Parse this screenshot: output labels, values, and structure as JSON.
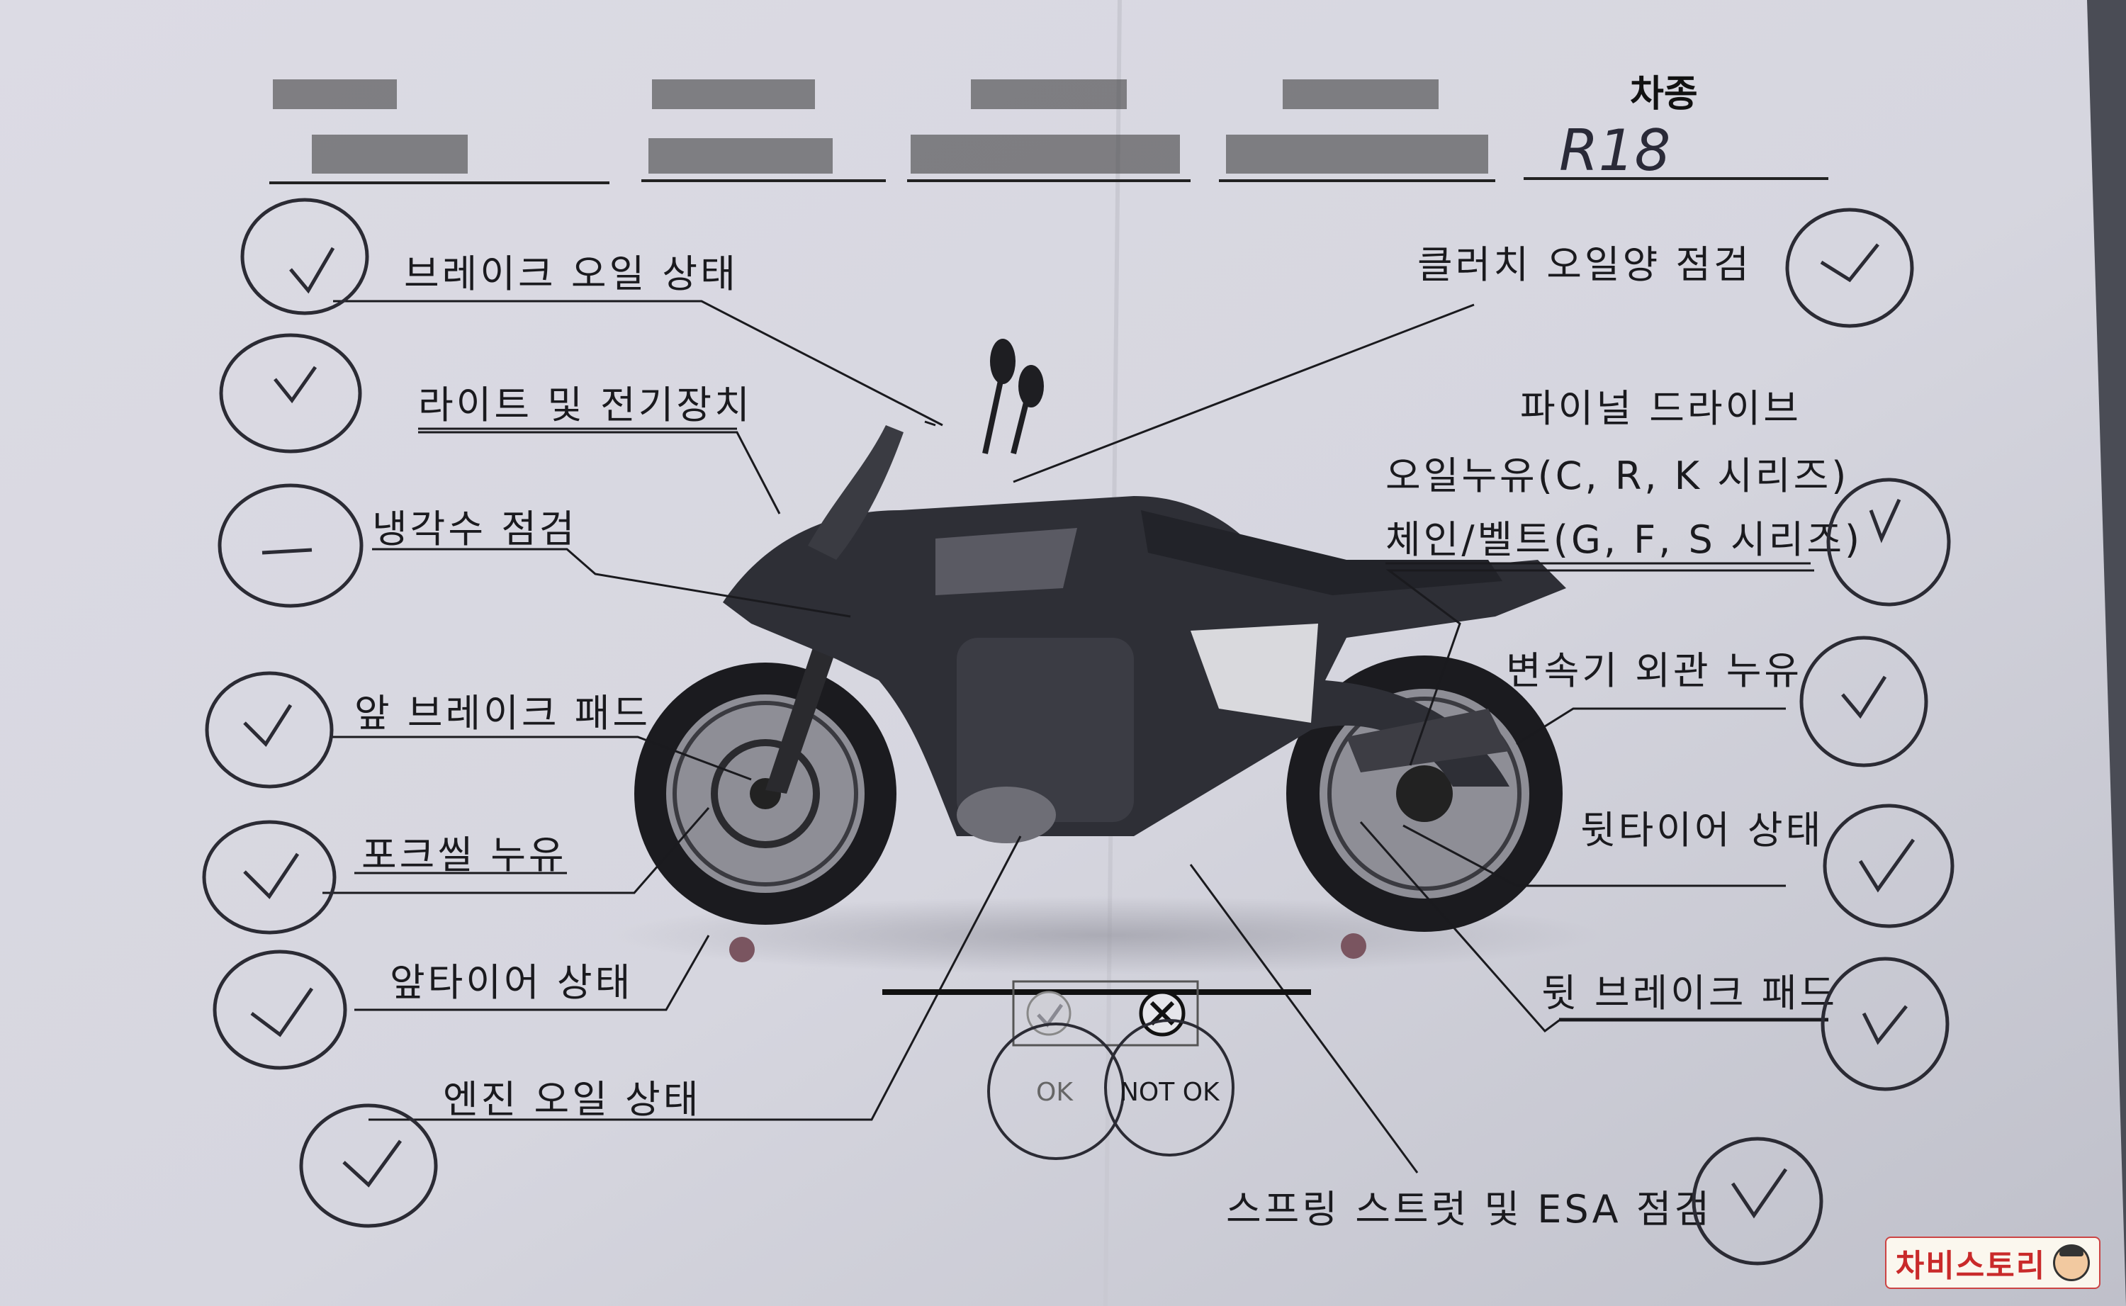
{
  "header": {
    "model_label": "차종",
    "model_value": "R18"
  },
  "labels": {
    "brake_oil": "브레이크 오일 상태",
    "lights": "라이트 및 전기장치",
    "coolant": "냉각수 점검",
    "front_pad": "앞 브레이크 패드",
    "fork_seal": "포크씰 누유",
    "front_tire": "앞타이어 상태",
    "engine_oil": "엔진 오일 상태",
    "clutch_oil": "클러치 오일양 점검",
    "final_drive_1": "파이널 드라이브",
    "final_drive_2": "오일누유(C, R, K 시리즈)",
    "final_drive_3": "체인/벨트(G, F, S 시리즈)",
    "trans_leak": "변속기 외관 누유",
    "rear_tire": "뒷타이어 상태",
    "rear_pad": "뒷 브레이크 패드",
    "spring": "스프링 스트럿 및 ESA 점검"
  },
  "legend": {
    "ok": "OK",
    "not_ok": "NOT OK"
  },
  "watermark": "차비스토리",
  "icons": {
    "check": "check-mark-icon",
    "dash": "dash-mark-icon",
    "x": "x-mark-icon"
  }
}
